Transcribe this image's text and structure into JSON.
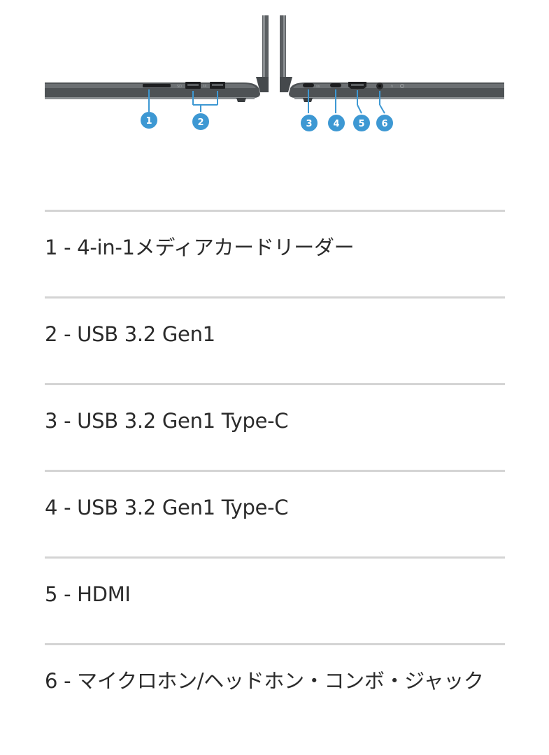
{
  "diagram": {
    "callouts": [
      "1",
      "2",
      "3",
      "4",
      "5",
      "6"
    ],
    "callout_color": "#3d98d3",
    "laptop_color": "#55595c",
    "left_view_icons": [
      "card-reader-slot-icon",
      "usb-a-port-icon",
      "usb-a-port-icon"
    ],
    "right_view_icons": [
      "usb-c-port-icon",
      "usb-c-port-icon",
      "hdmi-port-icon",
      "audio-jack-icon"
    ]
  },
  "ports": [
    {
      "number": "1",
      "separator": " - ",
      "name": "4-in-1メディアカードリーダー"
    },
    {
      "number": "2",
      "separator": " - ",
      "name": "USB 3.2 Gen1"
    },
    {
      "number": "3",
      "separator": " - ",
      "name": "USB 3.2 Gen1 Type-C"
    },
    {
      "number": "4",
      "separator": " - ",
      "name": "USB 3.2 Gen1 Type-C"
    },
    {
      "number": "5",
      "separator": " - ",
      "name": "HDMI"
    },
    {
      "number": "6",
      "separator": " - ",
      "name": "マイクロホン/ヘッドホン・コンボ・ジャック"
    }
  ],
  "colors": {
    "divider": "#d4d4d4",
    "text": "#2b2b2b"
  }
}
